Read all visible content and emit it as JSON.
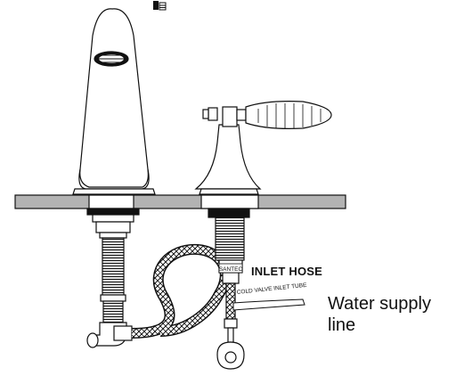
{
  "labels": {
    "inlet_hose": "INLET HOSE",
    "water_supply_line_1": "Water supply",
    "water_supply_line_2": "line",
    "brand_tag": "SANTEC",
    "tube_tag": "COLD VALVE INLET TUBE"
  },
  "colors": {
    "line": "#111111",
    "deck": "#b3b3b3",
    "fill": "#ffffff"
  }
}
